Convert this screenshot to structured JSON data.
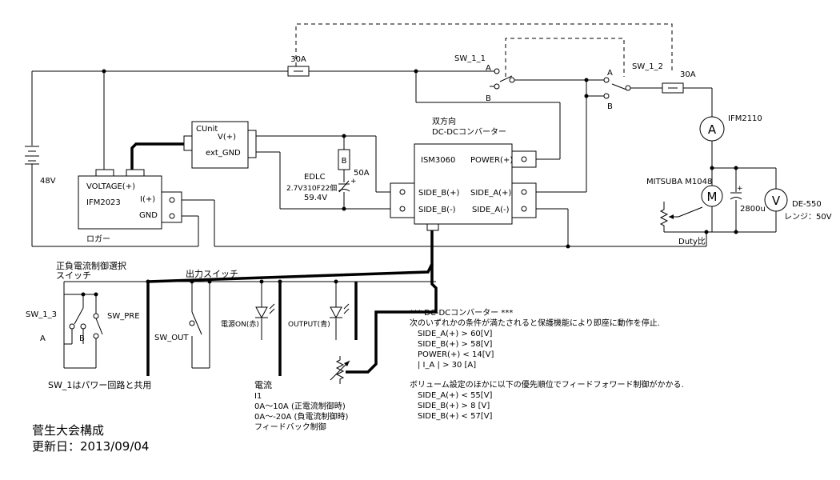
{
  "components": {
    "cunit": {
      "name": "CUnit",
      "v_plus": "V(+)",
      "ext_gnd": "ext_GND"
    },
    "ifm2023": {
      "voltage": "VOLTAGE(+)",
      "name": "IFM2023",
      "i_plus": "I(+)",
      "gnd": "GND"
    },
    "logger_label": "ロガー",
    "battery_label": "48V",
    "ism3060": {
      "title_line1": "双方向",
      "title_line2": "DC-DCコンバーター",
      "name": "ISM3060",
      "power_plus": "POWER(+)",
      "side_b_plus": "SIDE_B(+)",
      "side_b_minus": "SIDE_B(-)",
      "side_a_plus": "SIDE_A(+)",
      "side_a_minus": "SIDE_A(-)"
    },
    "edlc": {
      "name": "EDLC",
      "spec": "2.7V310F22個",
      "voltage": "59.4V",
      "fuse_label": "B",
      "fuse_rating": "50A"
    },
    "fuse1_rating": "30A",
    "fuse2_rating": "30A",
    "sw_1_1": {
      "name": "SW_1_1",
      "a": "A",
      "b": "B"
    },
    "sw_1_2": {
      "name": "SW_1_2",
      "a": "A",
      "b": "B"
    },
    "ifm2110": {
      "name": "IFM2110",
      "symbol": "A"
    },
    "motor": {
      "name": "MITSUBA M1048",
      "symbol": "M",
      "cap": "2800u",
      "duty": "Duty比"
    },
    "voltmeter": {
      "name": "DE-550",
      "symbol": "V",
      "range": "レンジ：50V"
    }
  },
  "controls": {
    "polarity_select_line1": "正負電流制御選択",
    "polarity_select_line2": "スイッチ",
    "output_switch": "出力スイッチ",
    "sw_1_3": "SW_1_3",
    "sw_pre": "SW_PRE",
    "a": "A",
    "b": "B",
    "sw_out": "SW_OUT",
    "led_power": "電源ON(赤)",
    "led_output": "OUTPUT(青)",
    "sw_shared_note": "SW_1はパワー回路と共用"
  },
  "current_notes": {
    "title": "電流",
    "i1": "I1",
    "positive": "0A～10A (正電流制御時)",
    "negative": "0A～-20A (負電流制御時)",
    "feedback": "フィードバック制御"
  },
  "notes": {
    "header": "*** DC-DCコンバーター ***",
    "stop_intro": "次のいずれかの条件が満たされると保護機能により即座に動作を停止.",
    "stop_conditions": [
      "SIDE_A(+) > 60[V]",
      "SIDE_B(+) > 58[V]",
      "POWER(+) < 14[V]",
      "| I_A | > 30 [A]"
    ],
    "priority_intro": "ボリューム設定のほかに以下の優先順位でフィードフォワード制御がかかる.",
    "priority_conditions": [
      "SIDE_A(+) < 55[V]",
      "SIDE_B(+) > 8 [V]",
      "SIDE_B(+) < 57[V]"
    ]
  },
  "footer": {
    "title": "菅生大会構成",
    "updated": "更新日：2013/09/04"
  }
}
